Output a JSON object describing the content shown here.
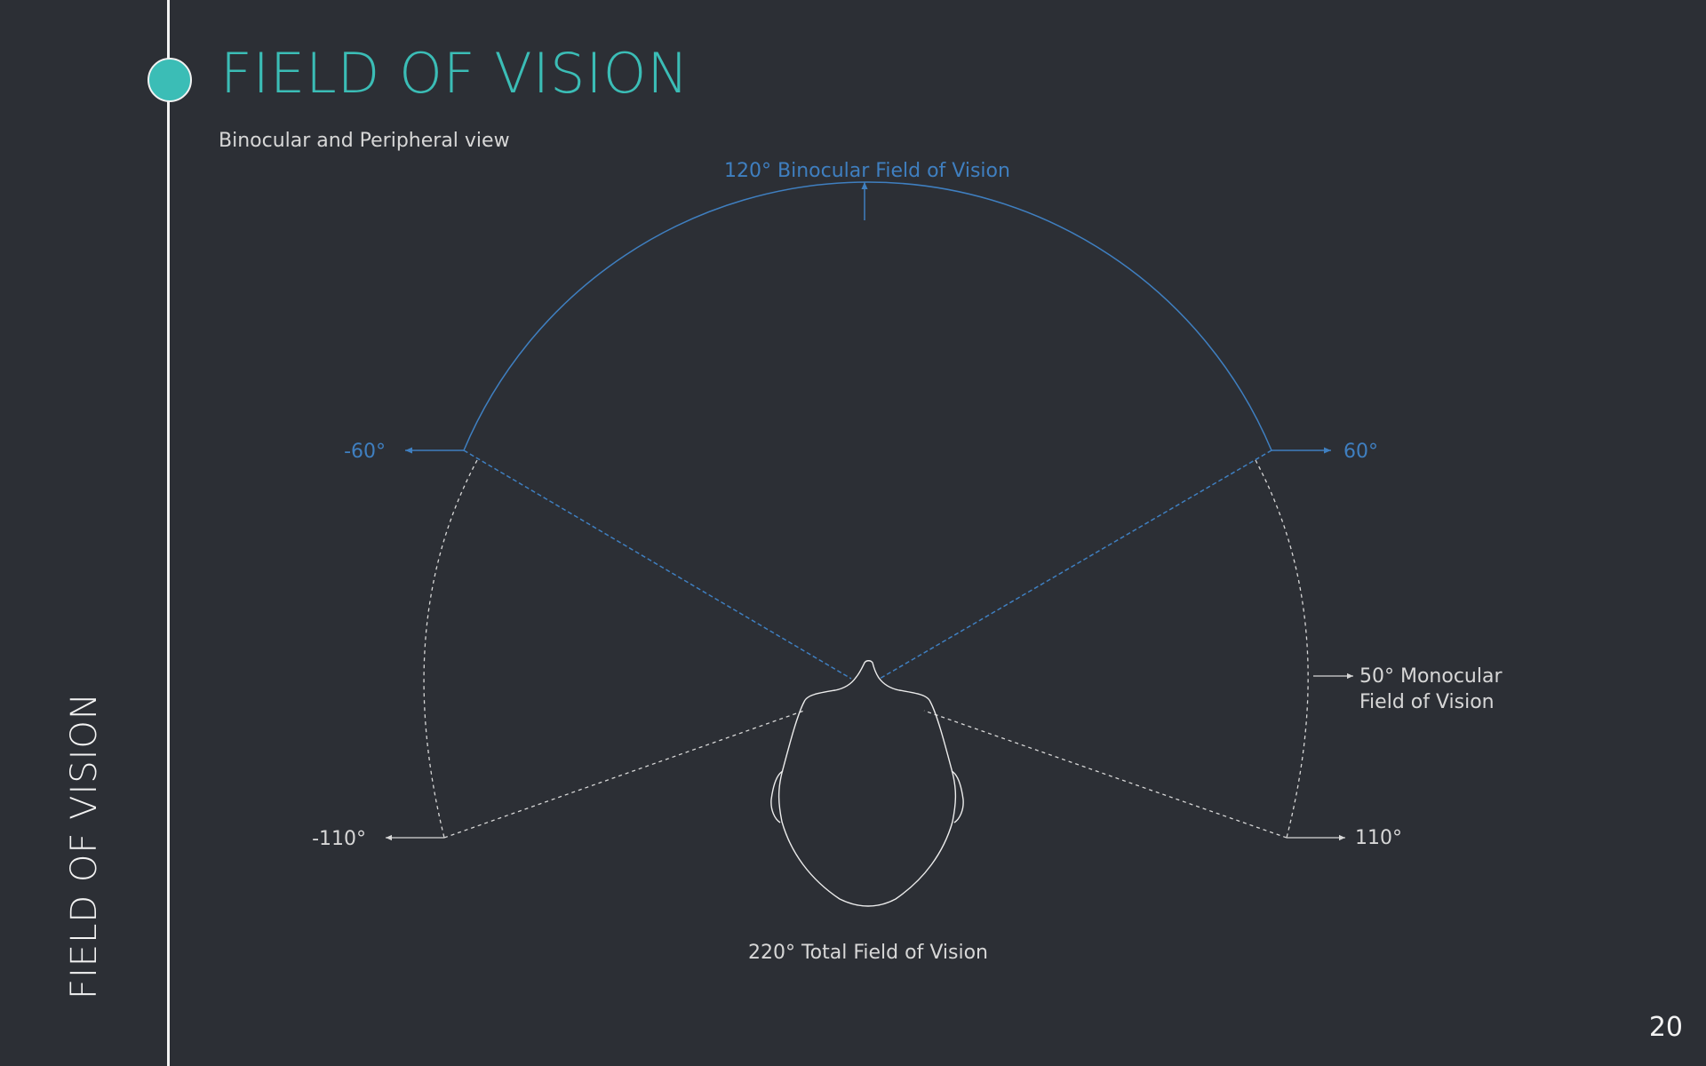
{
  "slide": {
    "title": "FIELD OF VISION",
    "subtitle": "Binocular and Peripheral view",
    "side_title": "FIELD OF VISION",
    "page_number": "20"
  },
  "diagram": {
    "binocular_label": "120° Binocular Field of Vision",
    "left_binocular_angle": "-60°",
    "right_binocular_angle": "60°",
    "monocular_label_line1": "50° Monocular",
    "monocular_label_line2": "Field of Vision",
    "left_total_angle": "-110°",
    "right_total_angle": "110°",
    "total_label": "220° Total Field of Vision"
  },
  "colors": {
    "background": "#2c2f35",
    "accent": "#3bbdb6",
    "binocular": "#3f7fc0",
    "text": "#d7d7d7"
  }
}
